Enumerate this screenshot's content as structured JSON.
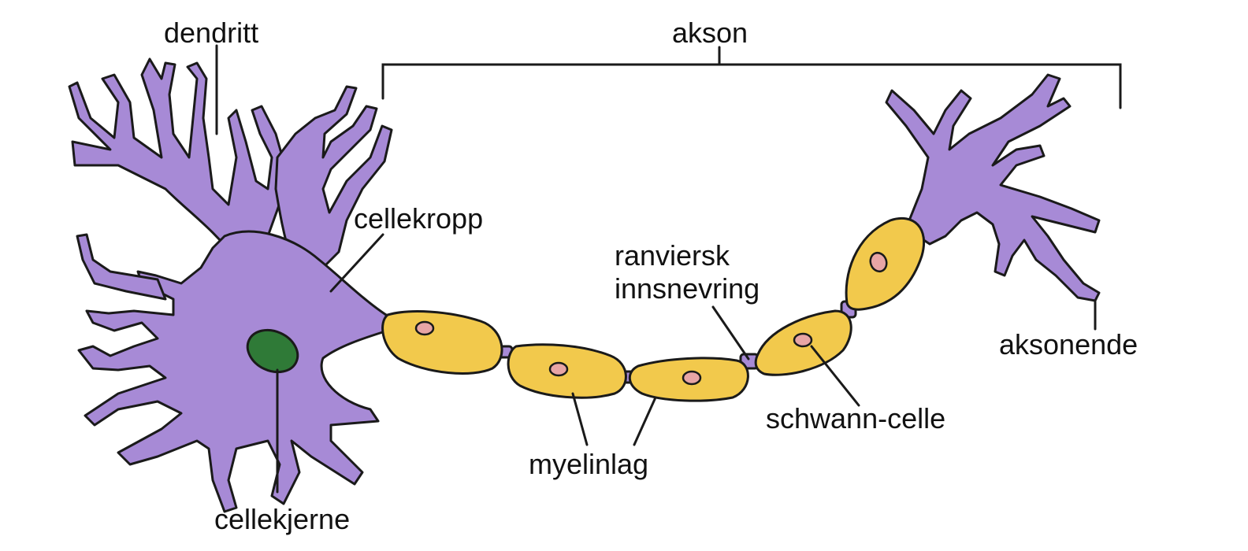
{
  "labels": {
    "dendrite": "dendritt",
    "axon": "akson",
    "cell_body": "cellekropp",
    "node_line1": "ranviersk",
    "node_line2": "innsnevring",
    "axon_terminal": "aksonende",
    "schwann_cell": "schwann-celle",
    "myelin": "myelinlag",
    "nucleus": "cellekjerne"
  },
  "colors": {
    "neuron": "#a78ad6",
    "myelin": "#f2c94c",
    "nucleus_inner": "#e8a5a5",
    "cell_nucleus": "#2f7a37",
    "outline": "#1a1a1a"
  }
}
